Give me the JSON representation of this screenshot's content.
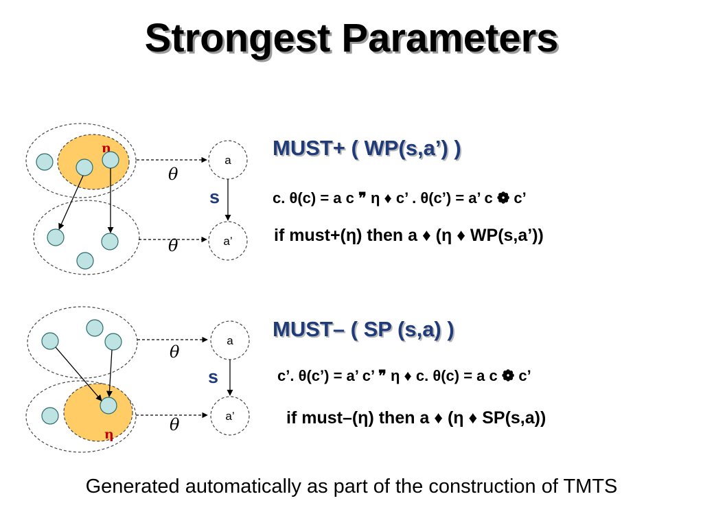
{
  "title": "Strongest Parameters",
  "colors": {
    "accent_text": "#1f3b7a",
    "eta_label": "#c00000",
    "highlight_fill": "#ffcc66",
    "node_fill": "#bfe3e3",
    "node_stroke": "#2b6b6b"
  },
  "diagram_top": {
    "eta_label": "η",
    "theta_upper": "θ",
    "theta_lower": "θ",
    "node_a": "a",
    "node_a_prime": "a’",
    "transition_label": "s"
  },
  "diagram_bottom": {
    "eta_label": "η",
    "theta_upper": "θ",
    "theta_lower": "θ",
    "node_a": "a",
    "node_a_prime": "a’",
    "transition_label": "s"
  },
  "must_plus": {
    "heading": "MUST+ ( WP(s,a’) )",
    "formula": "c.  θ(c) = a  c ❞ η  ♦ c’ . θ(c’) = a’  c ❁ c’",
    "rule": "if must+(η) then a ♦ (η ♦ WP(s,a’))"
  },
  "must_minus": {
    "heading": "MUST– ( SP (s,a) )",
    "formula": "c’.  θ(c’) = a’  c’ ❞ η ♦ c. θ(c) = a  c ❁ c’",
    "rule": "if must–(η) then a ♦ (η ♦ SP(s,a))"
  },
  "footer": "Generated automatically as part of the construction of TMTS"
}
